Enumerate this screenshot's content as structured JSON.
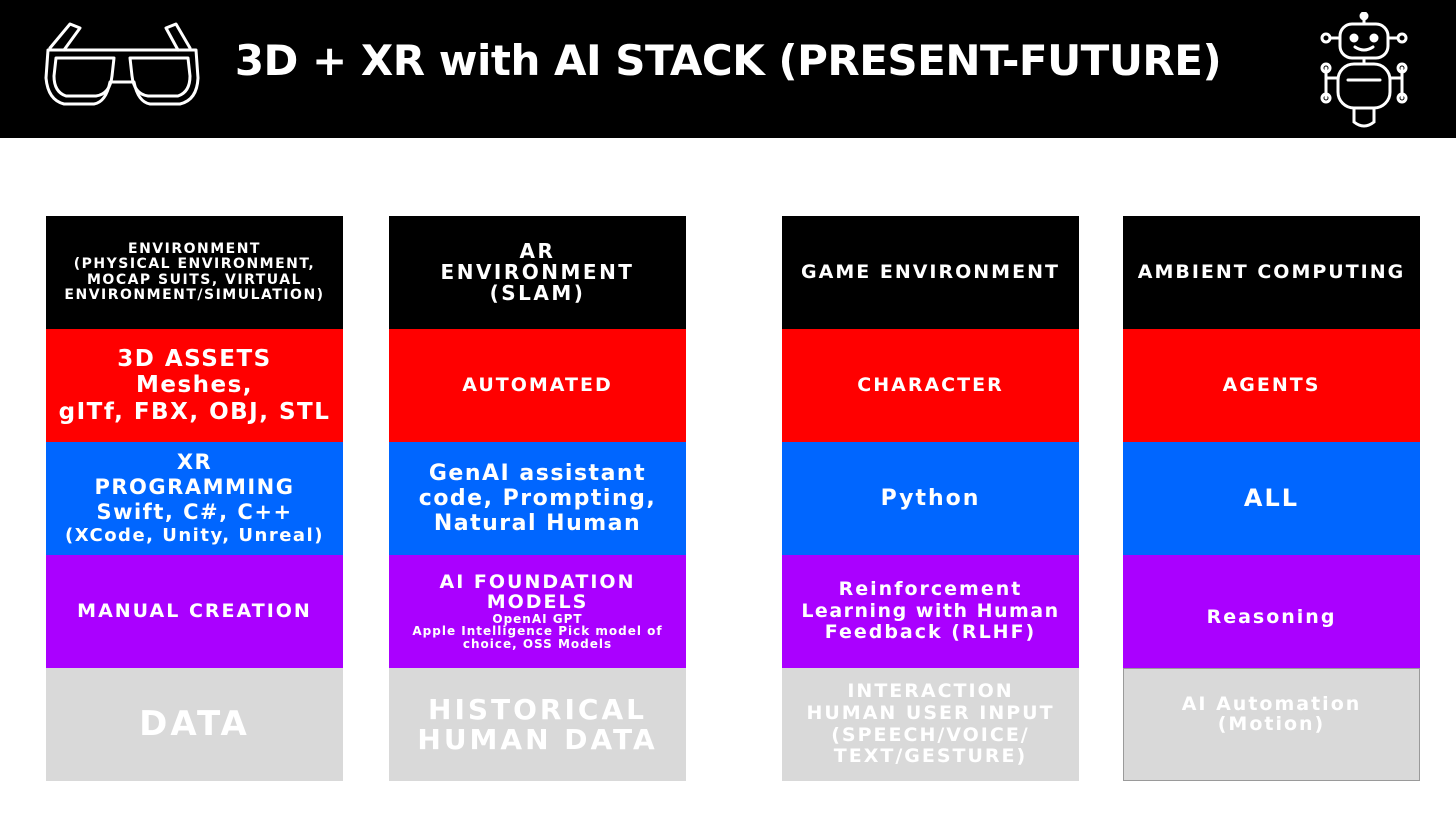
{
  "title": "3D + XR with AI STACK (PRESENT-FUTURE)",
  "icons": {
    "left": "vr-glasses-icon",
    "right": "robot-icon"
  },
  "colors": {
    "environment": "#000000",
    "layer_red": "#ff0000",
    "layer_blue": "#0066ff",
    "layer_purple": "#aa00ff",
    "layer_grey": "#d9d9d9"
  },
  "columns": [
    {
      "environment": [
        "ENVIRONMENT",
        "(PHYSICAL ENVIRONMENT,",
        "MOCAP SUITS, VIRTUAL",
        "ENVIRONMENT/SIMULATION)"
      ],
      "red": [
        "3D ASSETS",
        "Meshes,",
        "gITf, FBX, OBJ, STL"
      ],
      "blue": [
        "XR",
        "PROGRAMMING",
        "Swift, C#, C++",
        "(XCode, Unity, Unreal)"
      ],
      "purple": {
        "lines": [
          "MANUAL CREATION"
        ],
        "sub": []
      },
      "grey": [
        "DATA"
      ]
    },
    {
      "environment": [
        "AR",
        "ENVIRONMENT",
        "(SLAM)"
      ],
      "red": [
        "AUTOMATED"
      ],
      "blue": [
        "GenAI assistant",
        "code, Prompting,",
        "Natural Human"
      ],
      "purple": {
        "lines": [
          "AI FOUNDATION",
          "MODELS"
        ],
        "sub": [
          "OpenAI GPT",
          "Apple Intelligence Pick model of",
          "choice, OSS Models"
        ]
      },
      "grey": [
        "HISTORICAL",
        "HUMAN DATA"
      ]
    },
    {
      "environment": [
        "GAME ENVIRONMENT"
      ],
      "red": [
        "CHARACTER"
      ],
      "blue": [
        "Python"
      ],
      "purple": {
        "lines": [
          "Reinforcement",
          "Learning with Human",
          "Feedback (RLHF)"
        ],
        "sub": []
      },
      "grey": [
        "INTERACTION",
        "HUMAN USER INPUT",
        "(SPEECH/VOICE/",
        "TEXT/GESTURE)"
      ]
    },
    {
      "environment": [
        "AMBIENT COMPUTING"
      ],
      "red": [
        "AGENTS"
      ],
      "blue": [
        "ALL"
      ],
      "purple": {
        "lines": [
          "Reasoning"
        ],
        "sub": []
      },
      "grey": [
        "AI Automation",
        "(Motion)"
      ]
    }
  ]
}
